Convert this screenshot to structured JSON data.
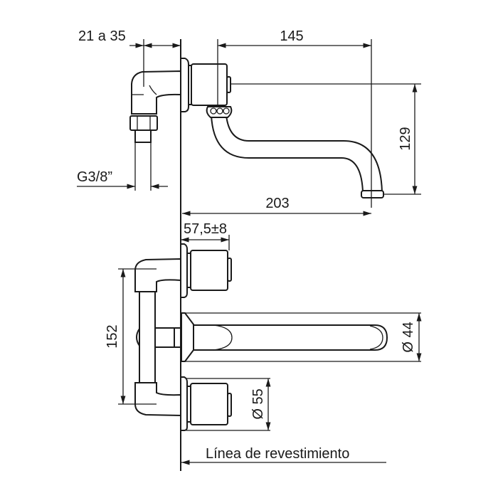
{
  "drawing": {
    "top_view": {
      "dim_wall_offset": "21 a 35",
      "dim_handle_to_outlet": "145",
      "dim_height": "129",
      "dim_projection": "203",
      "dim_thread": "G3/8”"
    },
    "front_view": {
      "dim_handle_depth": "57,5±8",
      "dim_centers": "152",
      "dim_spout_diameter": "Ø 44",
      "dim_handle_diameter": "Ø 55",
      "wall_line_label": "Línea de revestimiento"
    }
  }
}
